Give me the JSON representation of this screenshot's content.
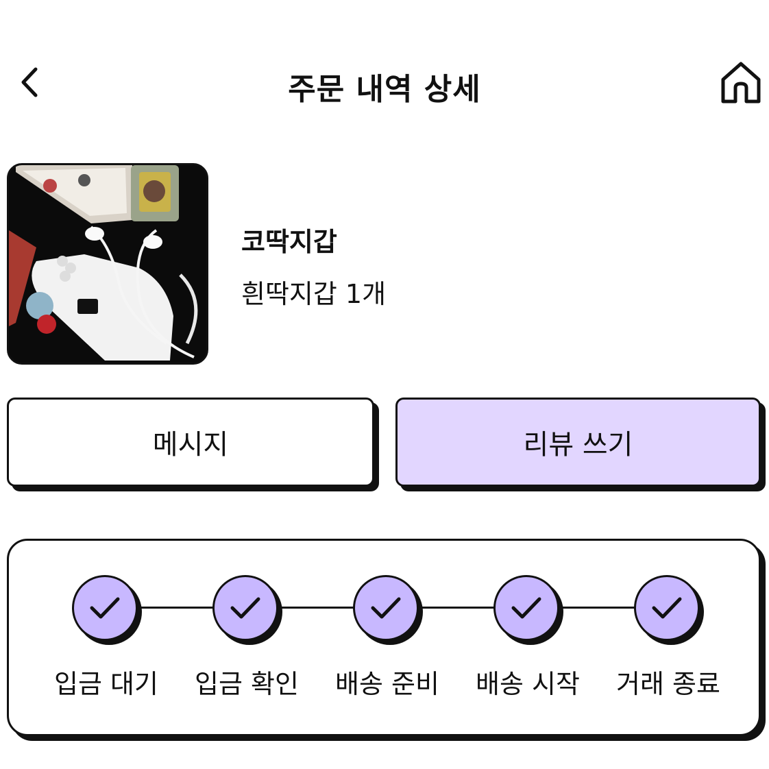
{
  "header": {
    "title": "주문 내역 상세",
    "back_icon": "chevron-left-icon",
    "home_icon": "home-icon"
  },
  "product": {
    "name": "코딱지갑",
    "option": "흰딱지갑 1개"
  },
  "actions": {
    "message_label": "메시지",
    "review_label": "리뷰 쓰기"
  },
  "status": {
    "steps": [
      {
        "label": "입금 대기",
        "done": true
      },
      {
        "label": "입금 확인",
        "done": true
      },
      {
        "label": "배송 준비",
        "done": true
      },
      {
        "label": "배송 시작",
        "done": true
      },
      {
        "label": "거래 종료",
        "done": true
      }
    ]
  },
  "colors": {
    "review_button_bg": "#e2d6ff",
    "step_circle_bg": "#c8b8ff",
    "border": "#111111"
  }
}
